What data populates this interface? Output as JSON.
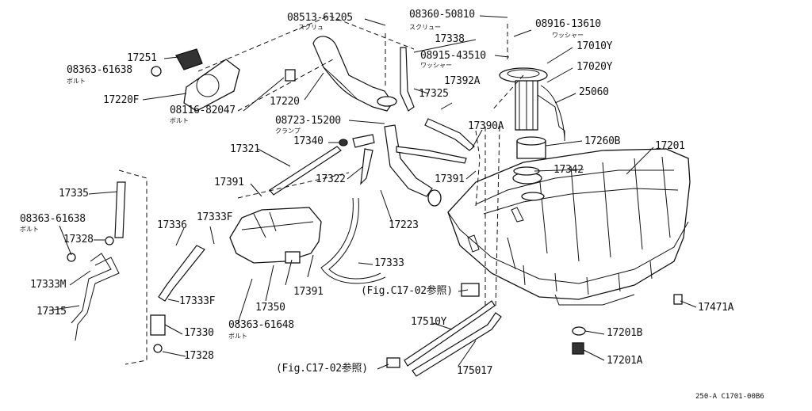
{
  "parts": {
    "p08513_61205": "08513-61205",
    "p08513_61205_sub": "スクリュ",
    "p08360_50810": "08360-50810",
    "p08360_50810_sub": "スクリュー",
    "p08916_13610": "08916-13610",
    "p08916_13610_sub": "ワッシャー",
    "p17338": "17338",
    "p08915_43510": "08915-43510",
    "p08915_43510_sub": "ワッシャー",
    "p17010Y": "17010Y",
    "p17020Y": "17020Y",
    "p17251": "17251",
    "p08363_61638": "08363-61638",
    "p08363_61638_sub": "ボルト",
    "p17220F": "17220F",
    "p08116_82047": "08116-82047",
    "p08116_82047_sub": "ボルト",
    "p17220": "17220",
    "p17325": "17325",
    "p17392A": "17392A",
    "p25060": "25060",
    "p08723_15200": "08723-15200",
    "p08723_15200_sub": "クランプ",
    "p17390A": "17390A",
    "p17340": "17340",
    "p17260B": "17260B",
    "p17201": "17201",
    "p17321": "17321",
    "p17342": "17342",
    "p17322": "17322",
    "p17391_a": "17391",
    "p17391_b": "17391",
    "p17391_c": "17391",
    "p17335": "17335",
    "p08363_61638b": "08363-61638",
    "p08363_61638b_sub": "ボルト",
    "p17333F_a": "17333F",
    "p17336": "17336",
    "p17223": "17223",
    "p17328_a": "17328",
    "p17333": "17333",
    "p17333M": "17333M",
    "p17315": "17315",
    "p17333F_b": "17333F",
    "p17350": "17350",
    "p17330": "17330",
    "p08363_61648": "08363-61648",
    "p08363_61648_sub": "ボルト",
    "p17328_b": "17328",
    "ref_fig_a": "(Fig.C17-02参照)",
    "p17510Y": "17510Y",
    "ref_fig_b": "(Fig.C17-02参照)",
    "p17501Y": "175017",
    "p17471A": "17471A",
    "p17201B": "17201B",
    "p17201A": "17201A",
    "drawing_code": "250-A C1701-00B6"
  }
}
